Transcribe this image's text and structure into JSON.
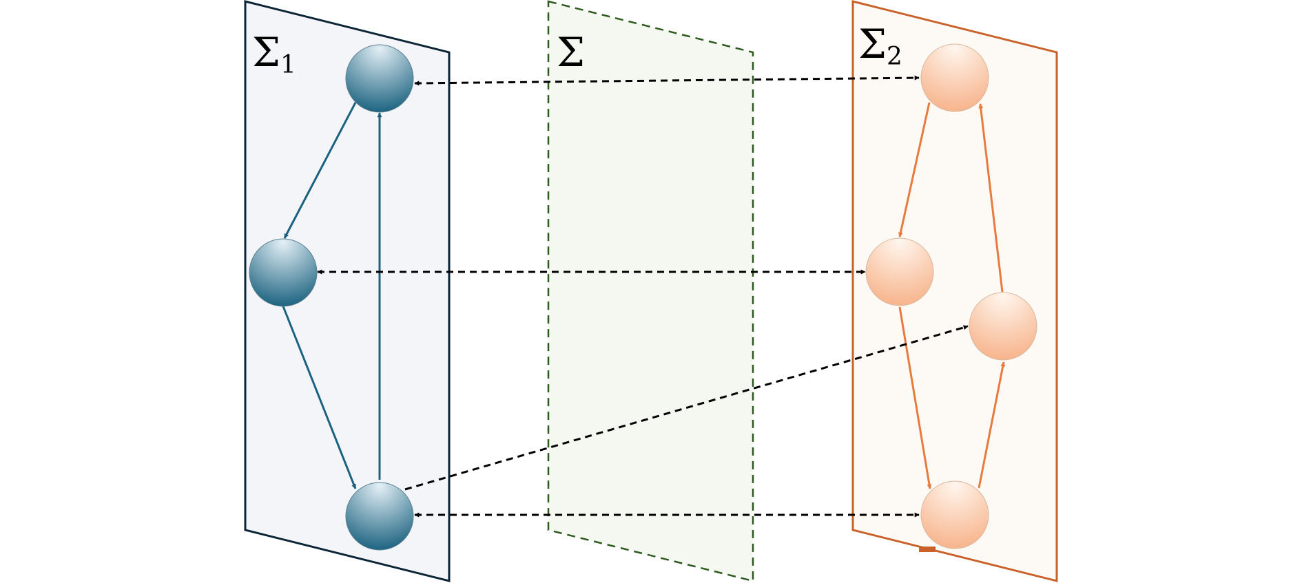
{
  "planes": {
    "left": {
      "symbol": "Σ",
      "subscript": "1",
      "stroke": "#0b2436",
      "fill": "#f4f5f9"
    },
    "middle": {
      "symbol": "Σ",
      "subscript": "",
      "stroke": "#2d5a1e",
      "fill": "#f5f8f1"
    },
    "right": {
      "symbol": "Σ",
      "subscript": "2",
      "stroke": "#c8622a",
      "fill": "#fdf9f5"
    }
  },
  "node_colors": {
    "left_light": "#e4f0f6",
    "left_dark": "#1e6481",
    "right_light": "#fff6ee",
    "right_dark": "#f7b48c"
  },
  "edge_colors": {
    "left": "#1a6280",
    "right": "#e77b3e",
    "correspondence": "#000000"
  },
  "graph": {
    "left_nodes": [
      "top",
      "middle",
      "bottom"
    ],
    "left_edges": [
      [
        "top",
        "middle"
      ],
      [
        "middle",
        "bottom"
      ],
      [
        "bottom",
        "top"
      ]
    ],
    "right_nodes": [
      "top",
      "middle",
      "right",
      "bottom"
    ],
    "right_edges": [
      [
        "top",
        "middle"
      ],
      [
        "middle",
        "bottom"
      ],
      [
        "bottom",
        "right"
      ],
      [
        "right",
        "top"
      ]
    ],
    "correspondences": [
      [
        "top",
        "top"
      ],
      [
        "middle",
        "middle"
      ],
      [
        "bottom",
        "right"
      ],
      [
        "bottom",
        "bottom"
      ]
    ]
  }
}
